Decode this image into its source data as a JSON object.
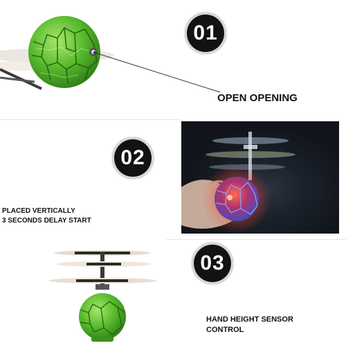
{
  "steps": [
    {
      "number": "01",
      "text": "OPEN OPENING"
    },
    {
      "number": "02",
      "text_line1": "PLACED VERTICALLY",
      "text_line2": "3 SECONDS DELAY START"
    },
    {
      "number": "03",
      "text_line1": "HAND HEIGHT SENSOR",
      "text_line2": "CONTROL"
    }
  ],
  "colors": {
    "ball_green": "#55b82a",
    "badge": "#121212",
    "photo_bg": "#1b212b",
    "led_red": "#ff3b2f",
    "led_blue": "#5a6bff"
  },
  "icons": [
    "green-crackle-ball",
    "switch-pointer-line",
    "hand-held-led-ball",
    "helicopter-ball-toy"
  ]
}
